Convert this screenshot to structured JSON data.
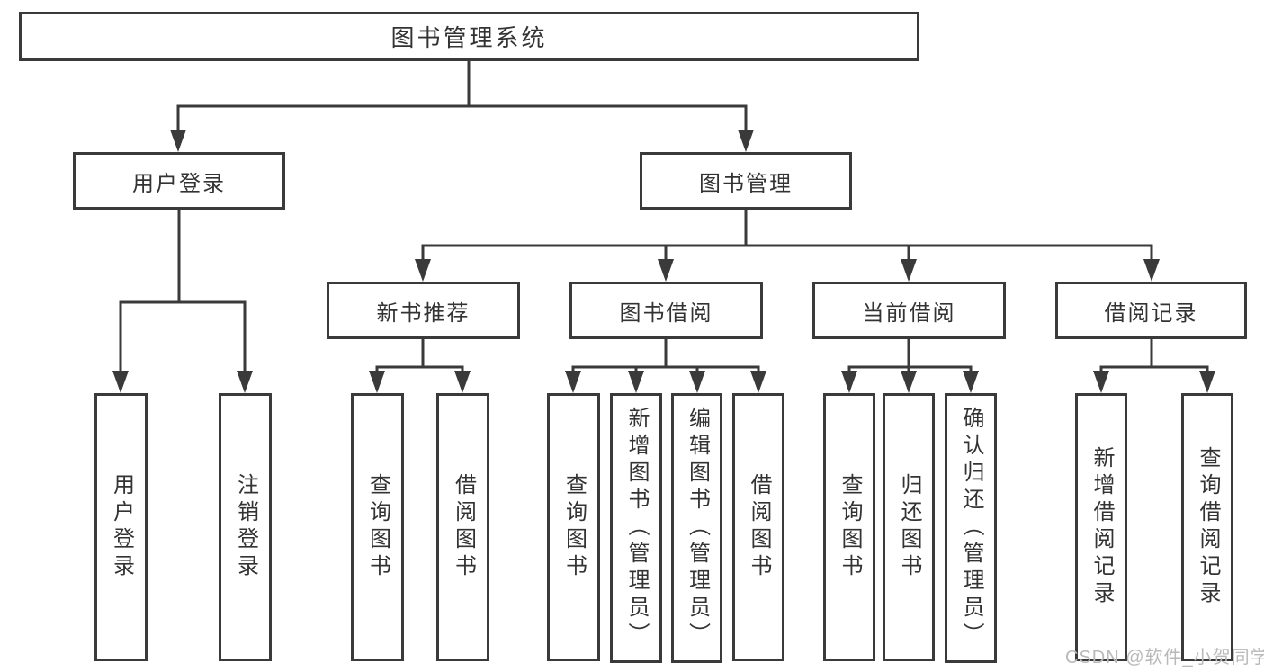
{
  "diagram": {
    "root": "图书管理系统",
    "branches": {
      "user_login": {
        "label": "用户登录",
        "children": [
          "用户登录",
          "注销登录"
        ]
      },
      "book_mgmt": {
        "label": "图书管理",
        "children": {
          "new_book_rec": {
            "label": "新书推荐",
            "children": [
              "查询图书",
              "借阅图书"
            ]
          },
          "book_borrow": {
            "label": "图书借阅",
            "children": [
              "查询图书",
              "新增图书（管理员）",
              "编辑图书（管理员）",
              "借阅图书"
            ]
          },
          "current_borrow": {
            "label": "当前借阅",
            "children": [
              "查询图书",
              "归还图书",
              "确认归还（管理员）"
            ]
          },
          "borrow_record": {
            "label": "借阅记录",
            "children": [
              "新增借阅记录",
              "查询借阅记录"
            ]
          }
        }
      }
    }
  },
  "watermark": "CSDN @软件_小贺同学",
  "colors": {
    "line": "#3a3a3a",
    "text": "#333333",
    "watermark": "#b9b9b9",
    "background": "#ffffff"
  }
}
